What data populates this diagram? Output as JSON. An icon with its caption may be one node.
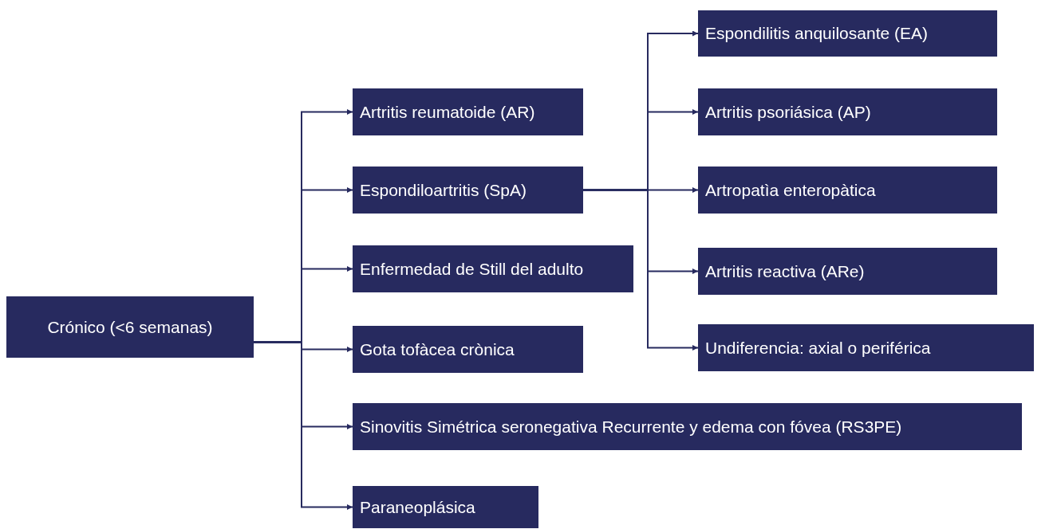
{
  "diagram": {
    "nodes": [
      {
        "text": [
          "Crónico (<6 semanas)"
        ]
      },
      {
        "text": [
          "Artritis reumatoide (AR)"
        ]
      },
      {
        "text": [
          "Espondiloartritis (SpA)"
        ]
      },
      {
        "text": [
          "Enfermedad de Still del adulto"
        ]
      },
      {
        "text": [
          "Gota tofàcea crònica"
        ]
      },
      {
        "text": [
          "Sinovitis Simétrica seronegativa Recurrente y edema con fóvea (RS3PE)"
        ]
      },
      {
        "text": [
          "Paraneoplásica"
        ]
      },
      {
        "text": [
          "Espondilitis anquilosante (EA)"
        ]
      },
      {
        "text": [
          "Artritis psoriásica (AP)"
        ]
      },
      {
        "text": [
          "Artropatìa enteropàtica"
        ]
      },
      {
        "text": [
          "Artritis reactiva (ARe)"
        ]
      },
      {
        "text": [
          "Undiferencia: axial o periférica"
        ]
      }
    ],
    "edges": [
      {
        "from": 0,
        "to": 1,
        "arrow": "to"
      },
      {
        "from": 0,
        "to": 2,
        "arrow": "to"
      },
      {
        "from": 0,
        "to": 3,
        "arrow": "to"
      },
      {
        "from": 0,
        "to": 4,
        "arrow": "to"
      },
      {
        "from": 0,
        "to": 5,
        "arrow": "to"
      },
      {
        "from": 0,
        "to": 6,
        "arrow": "to"
      },
      {
        "from": 2,
        "to": 7,
        "arrow": "to"
      },
      {
        "from": 2,
        "to": 8,
        "arrow": "to"
      },
      {
        "from": 2,
        "to": 9,
        "arrow": "to"
      },
      {
        "from": 2,
        "to": 10,
        "arrow": "to"
      },
      {
        "from": 2,
        "to": 11,
        "arrow": "to"
      }
    ]
  }
}
